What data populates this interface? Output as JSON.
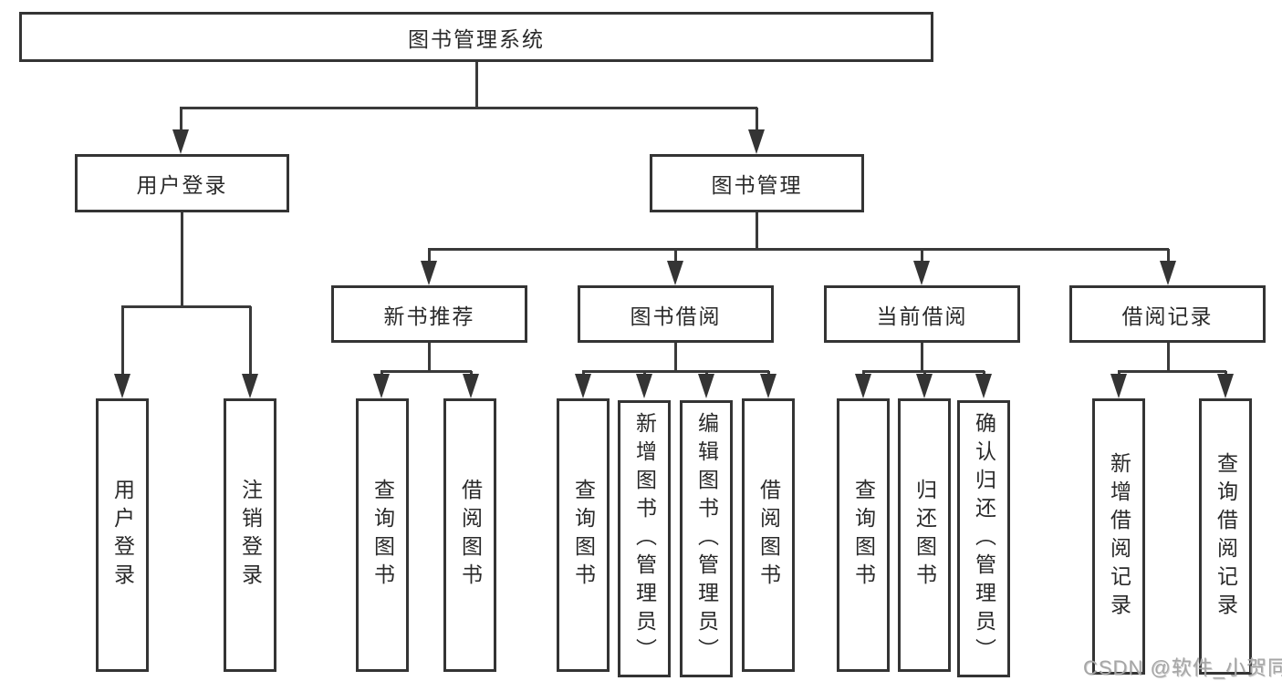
{
  "diagram": {
    "title": "图书管理系统",
    "root_label": "图书管理系统",
    "branches": {
      "user_login": {
        "label": "用户登录",
        "children": {
          "login": "用户登录",
          "logout": "注销登录"
        }
      },
      "book_mgmt": {
        "label": "图书管理",
        "sections": {
          "new_books": {
            "label": "新书推荐",
            "children": {
              "query": "查询图书",
              "borrow": "借阅图书"
            }
          },
          "book_borrow": {
            "label": "图书借阅",
            "children": {
              "query": "查询图书",
              "add": "新增图书（管理员）",
              "edit": "编辑图书（管理员）",
              "borrow": "借阅图书"
            }
          },
          "current_borrow": {
            "label": "当前借阅",
            "children": {
              "query": "查询图书",
              "return": "归还图书",
              "confirm_return": "确认归还（管理员）"
            }
          },
          "borrow_records": {
            "label": "借阅记录",
            "children": {
              "add": "新增借阅记录",
              "query": "查询借阅记录"
            }
          }
        }
      }
    }
  },
  "watermark": {
    "text": "CSDN @软件_小贺同学"
  },
  "colors": {
    "background": "#ffffff",
    "line": "#3a3a3a",
    "box_border": "#343434",
    "text": "#2a2a2a",
    "watermark": "#a6a6a6"
  }
}
